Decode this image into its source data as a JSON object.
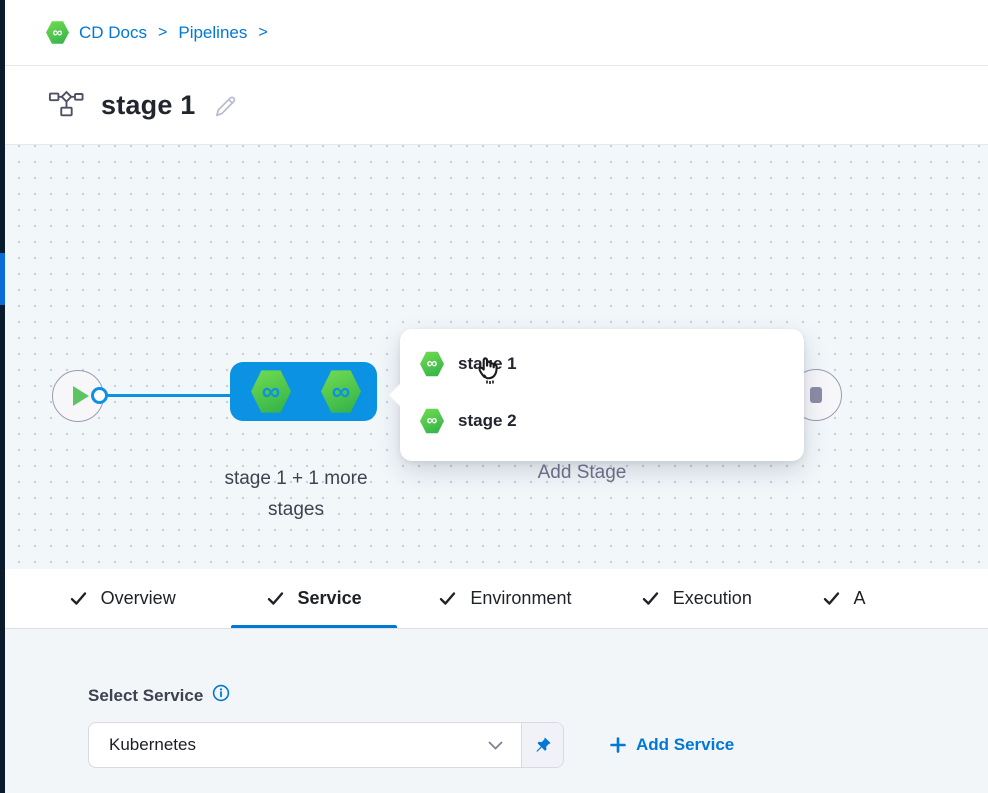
{
  "breadcrumb": {
    "separator": ">",
    "items": [
      {
        "label": "CD Docs"
      },
      {
        "label": "Pipelines"
      }
    ]
  },
  "header": {
    "title": "stage 1"
  },
  "canvas": {
    "stage_group_label": "stage 1 + 1 more stages",
    "add_stage_label": "Add Stage",
    "popup_items": [
      {
        "label": "stage 1"
      },
      {
        "label": "stage 2"
      }
    ]
  },
  "tabs": [
    {
      "label": "Overview",
      "active": false
    },
    {
      "label": "Service",
      "active": true
    },
    {
      "label": "Environment",
      "active": false
    },
    {
      "label": "Execution",
      "active": false
    },
    {
      "label": "A",
      "active": false,
      "clipped": true
    }
  ],
  "service_panel": {
    "label": "Select Service",
    "select_value": "Kubernetes",
    "add_service_label": "Add Service"
  },
  "icons": {
    "infinity": "∞"
  },
  "colors": {
    "primary_blue": "#0278d5",
    "node_blue": "#0b92e3",
    "cd_green": "#35b44a",
    "dark_text": "#22252f",
    "muted_text": "#70738a",
    "canvas_bg": "#f2f7fa",
    "panel_bg": "#f3f6f9",
    "nav_strip_dark": "#0a1b2e",
    "nav_strip_blue": "#0b6bd8"
  }
}
